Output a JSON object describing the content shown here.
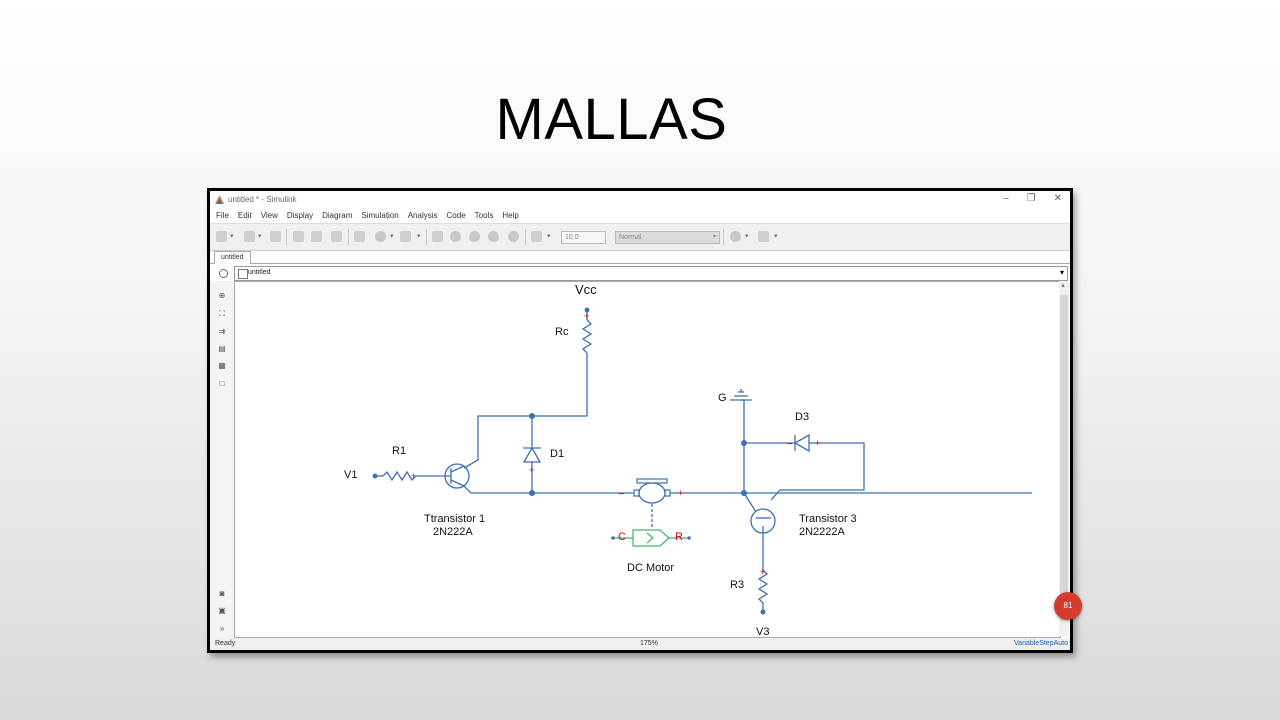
{
  "slide": {
    "title": "MALLAS"
  },
  "window": {
    "title": "untitled * - Simulink",
    "menu": [
      "File",
      "Edit",
      "View",
      "Display",
      "Diagram",
      "Simulation",
      "Analysis",
      "Code",
      "Tools",
      "Help"
    ],
    "stop_time": "10.0",
    "sim_mode": "Normal",
    "tab": "untitled",
    "address": "untitled"
  },
  "diagram": {
    "vcc": "Vcc",
    "rc": "Rc",
    "r1": "R1",
    "v1": "V1",
    "d1": "D1",
    "g": "G",
    "d3": "D3",
    "t1_name": "Ttransistor 1",
    "t1_model": "2N222A",
    "t3_name": "Transistor 3",
    "t3_model": "2N2222A",
    "motor": "DC Motor",
    "motor_c": "C",
    "motor_r": "R",
    "r3": "R3",
    "v3": "V3"
  },
  "status": {
    "left": "Ready",
    "zoom": "175%",
    "solver": "VariableStepAuto"
  },
  "badge": "81",
  "colors": {
    "wire": "#3d6fb5",
    "motor_sensor": "#3cb371",
    "port_mark": "#d00000"
  }
}
